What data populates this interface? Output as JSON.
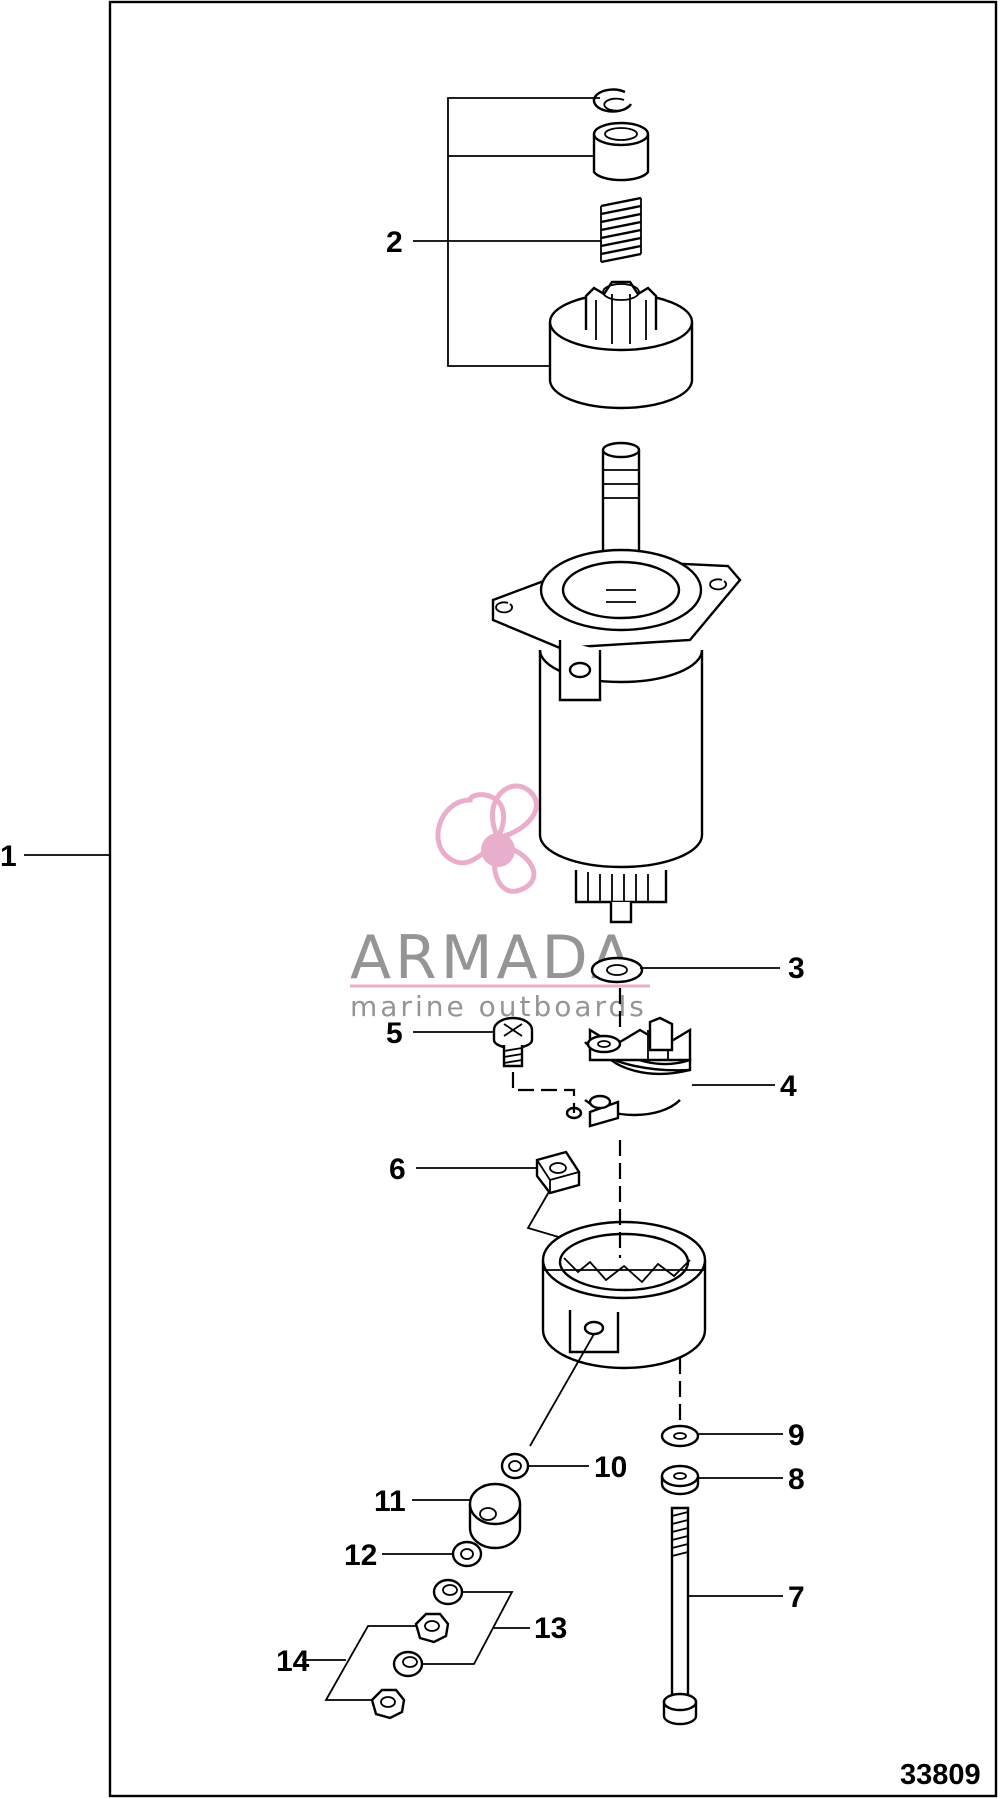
{
  "figure_number": "33809",
  "callouts": [
    "1",
    "2",
    "3",
    "4",
    "5",
    "6",
    "7",
    "8",
    "9",
    "10",
    "11",
    "12",
    "13",
    "14"
  ],
  "watermark": {
    "brand": "ARMADA",
    "tagline": "marine outboards",
    "brand_color": "#e8a6c8",
    "text_color": "#8a8a8a"
  },
  "line_color": "#000000",
  "background": "#ffffff"
}
